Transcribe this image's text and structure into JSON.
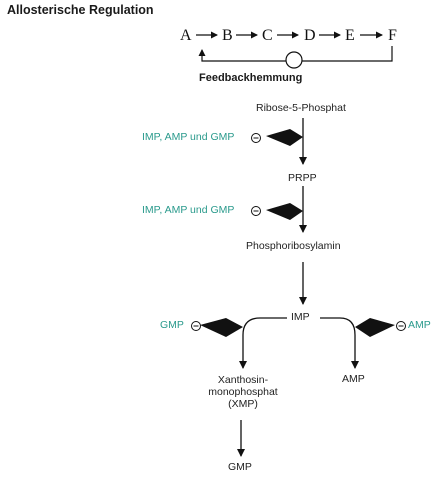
{
  "title": "Allosterische Regulation",
  "feedback_label": "Feedbackhemmung",
  "chain": {
    "letters": [
      "A",
      "B",
      "C",
      "D",
      "E",
      "F"
    ]
  },
  "nodes": {
    "ribose": "Ribose-5-Phosphat",
    "prpp": "PRPP",
    "phosphoribosylamin": "Phosphoribosylamin",
    "imp": "IMP",
    "xmp_line1": "Xanthosin-",
    "xmp_line2": "monophosphat",
    "xmp_line3": "(XMP)",
    "amp": "AMP",
    "gmp": "GMP"
  },
  "inhibitors": {
    "first": "IMP, AMP und GMP",
    "second": "IMP, AMP und GMP",
    "left": "GMP",
    "right": "AMP"
  },
  "colors": {
    "inhibitor_text": "#2a9a8c",
    "ink": "#111111"
  },
  "icons": {
    "inhibition": "circled-minus-icon",
    "inhibition_arrow": "bold-arrow-icon"
  }
}
